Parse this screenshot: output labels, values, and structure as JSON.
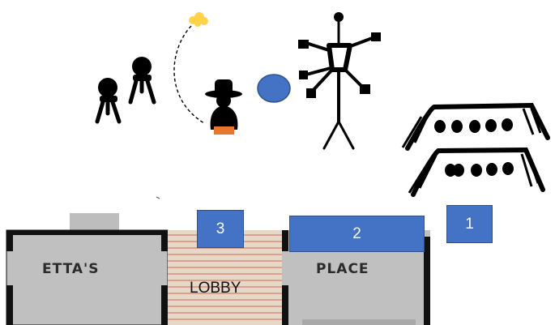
{
  "rooms": {
    "left": {
      "label": "ETTA'S"
    },
    "lobby": {
      "label": "LOBBY"
    },
    "right": {
      "label": "PLACE"
    }
  },
  "markers": [
    {
      "label": "1"
    },
    {
      "label": "2"
    },
    {
      "label": "3"
    }
  ],
  "colors": {
    "marker_fill": "#4472c4",
    "room_fill": "#c0c0c0",
    "lobby_fill": "#e6d7c9",
    "lobby_stripe": "#c76c4e",
    "ball": "#4472c4",
    "spark": "#ffd24a",
    "flame": "#e8772e"
  },
  "icons": [
    "standing-person-icon",
    "juggler-icon",
    "ball-icon",
    "scarecrow-icon",
    "spectator-stand-icon",
    "spark-icon"
  ]
}
